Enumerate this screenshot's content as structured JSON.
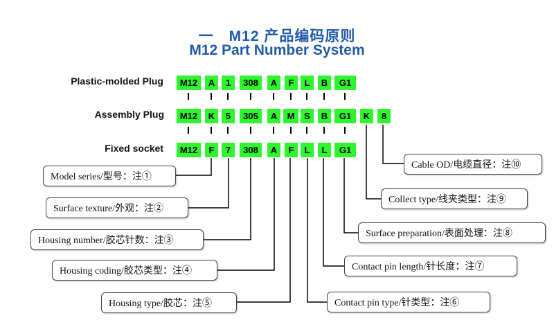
{
  "title_cn": "一　M12 产品编码原则",
  "title_en": "M12 Part Number System",
  "rows": [
    {
      "label": "Plastic-molded Plug",
      "codes": [
        "M12",
        "A",
        "1",
        "308",
        "A",
        "F",
        "L",
        "B",
        "G1"
      ]
    },
    {
      "label": "Assembly Plug",
      "codes": [
        "M12",
        "K",
        "5",
        "305",
        "A",
        "M",
        "S",
        "B",
        "G1",
        "K",
        "8"
      ]
    },
    {
      "label": "Fixed socket",
      "codes": [
        "M12",
        "F",
        "7",
        "308",
        "A",
        "F",
        "L",
        "L",
        "G1"
      ]
    }
  ],
  "callouts": [
    {
      "text": "Model series/型号：注①"
    },
    {
      "text": "Surface texture/外观：注②"
    },
    {
      "text": "Housing number/胶芯针数：注③"
    },
    {
      "text": "Housing coding/胶芯类型：注④"
    },
    {
      "text": "Housing type/胶芯：注⑤"
    },
    {
      "text": "Contact pin type/针类型：注⑥"
    },
    {
      "text": "Contact pin length/针长度：注⑦"
    },
    {
      "text": "Surface preparation/表面处理：注⑧"
    },
    {
      "text": "Collect type/线夹类型：注⑨"
    },
    {
      "text": "Cable OD/电缆直径：注⑩"
    }
  ],
  "colors": {
    "title": "#1f5aa8",
    "code_fill": "#2ef52e"
  }
}
